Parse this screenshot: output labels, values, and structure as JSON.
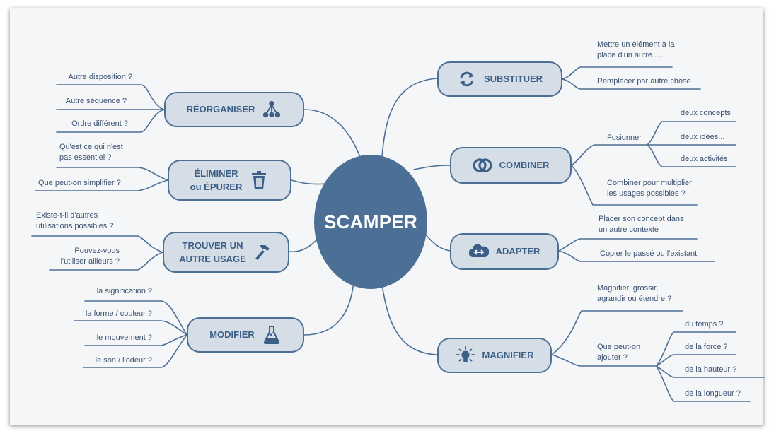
{
  "center": {
    "title": "SCAMPER"
  },
  "branches": {
    "substituer": {
      "label": "SUBSTITUER",
      "icon": "swap-arrows-icon",
      "leaves": [
        "Mettre un élément à la",
        "place d'un autre......",
        "Remplacer par autre chose"
      ]
    },
    "combiner": {
      "label": "COMBINER",
      "icon": "interlocked-rings-icon",
      "sub": "Fusionner",
      "sub_leaves": [
        "deux concepts",
        "deux idées...",
        "deux activités"
      ],
      "leaves": [
        "Combiner pour multiplier",
        "les usages possibles ?"
      ]
    },
    "adapter": {
      "label": "ADAPTER",
      "icon": "cloud-exchange-icon",
      "leaves": [
        "Placer son concept dans",
        "un autre contexte",
        "Copier le passé ou l'existant"
      ]
    },
    "magnifier": {
      "label": "MAGNIFIER",
      "icon": "lightbulb-icon",
      "leaves": [
        "Magnifier, grossir,",
        "agrandir ou étendre ?"
      ],
      "sub": [
        "Que peut-on",
        "ajouter ?"
      ],
      "sub_leaves": [
        "du temps ?",
        "de la force ?",
        "de la hauteur ?",
        "de la longueur ?"
      ]
    },
    "reorganiser": {
      "label": "RÉORGANISER",
      "icon": "hierarchy-icon",
      "leaves": [
        "Autre disposition ?",
        "Autre séquence ?",
        "Ordre différent ?"
      ]
    },
    "eliminer": {
      "label": [
        "ÉLIMINER",
        "ou ÉPURER"
      ],
      "icon": "trash-icon",
      "leaves": [
        "Qu'est ce qui n'est",
        "pas essentiel ?",
        "Que peut-on simplifier ?"
      ]
    },
    "trouver": {
      "label": [
        "TROUVER UN",
        "AUTRE USAGE"
      ],
      "icon": "hammer-icon",
      "leaves": [
        "Existe-t-il d'autres",
        "utilisations possibles ?",
        "Pouvez-vous",
        "l'utiliser ailleurs ?"
      ]
    },
    "modifier": {
      "label": "MODIFIER",
      "icon": "flask-icon",
      "leaves": [
        "la signification ?",
        "la forme / couleur ?",
        "le mouvement ?",
        "le son / l'odeur ?"
      ]
    }
  },
  "colors": {
    "accent": "#4c6f96",
    "node_fill": "#d5dde6",
    "text": "#3c5f87",
    "leaf_text": "#3c5170",
    "background": "#f4f6f8"
  }
}
